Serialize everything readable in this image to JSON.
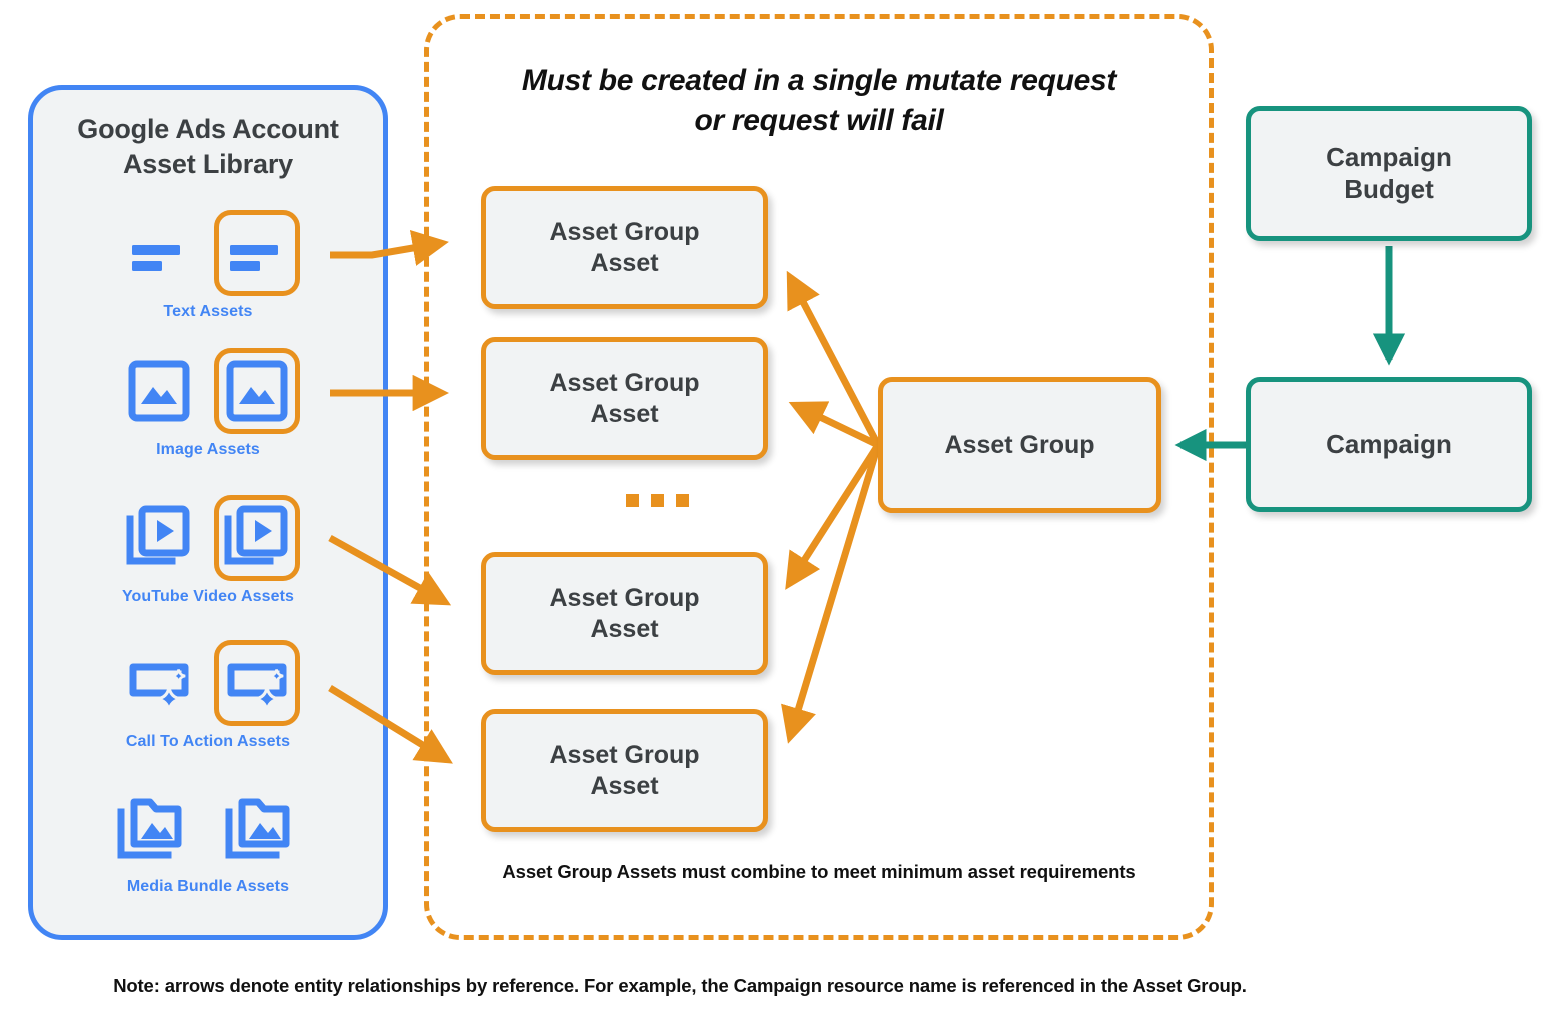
{
  "library": {
    "title": "Google Ads Account\nAsset Library",
    "accent_color": "#4285f4",
    "rows": [
      {
        "label": "Text Assets",
        "icon": "text-asset-icon",
        "highlighted": true
      },
      {
        "label": "Image Assets",
        "icon": "image-asset-icon",
        "highlighted": true
      },
      {
        "label": "YouTube Video  Assets",
        "icon": "youtube-video-asset-icon",
        "highlighted": true
      },
      {
        "label": "Call To Action Assets",
        "icon": "call-to-action-asset-icon",
        "highlighted": true
      },
      {
        "label": "Media Bundle  Assets",
        "icon": "media-bundle-asset-icon",
        "highlighted": false
      }
    ]
  },
  "mutate_zone": {
    "heading": "Must be created in a single mutate request\nor request will fail",
    "footnote": "Asset Group Assets must combine to meet minimum asset requirements",
    "border_color": "#e8911e",
    "asset_group_assets": [
      {
        "label": "Asset Group\nAsset"
      },
      {
        "label": "Asset Group\nAsset"
      },
      {
        "label": "Asset Group\nAsset"
      },
      {
        "label": "Asset Group\nAsset"
      }
    ],
    "ellipsis": "..."
  },
  "nodes": {
    "asset_group": {
      "label": "Asset Group",
      "color": "#e8911e"
    },
    "campaign_budget": {
      "label": "Campaign\nBudget",
      "color": "#17937e"
    },
    "campaign": {
      "label": "Campaign",
      "color": "#17937e"
    }
  },
  "footer": {
    "note": "Note: arrows denote entity relationships by reference. For example, the Campaign resource name is referenced in the Asset Group."
  },
  "colors": {
    "orange": "#e8911e",
    "blue": "#4285f4",
    "teal": "#17937e",
    "node_fill": "#f1f3f4",
    "text_dark": "#3c4043"
  }
}
